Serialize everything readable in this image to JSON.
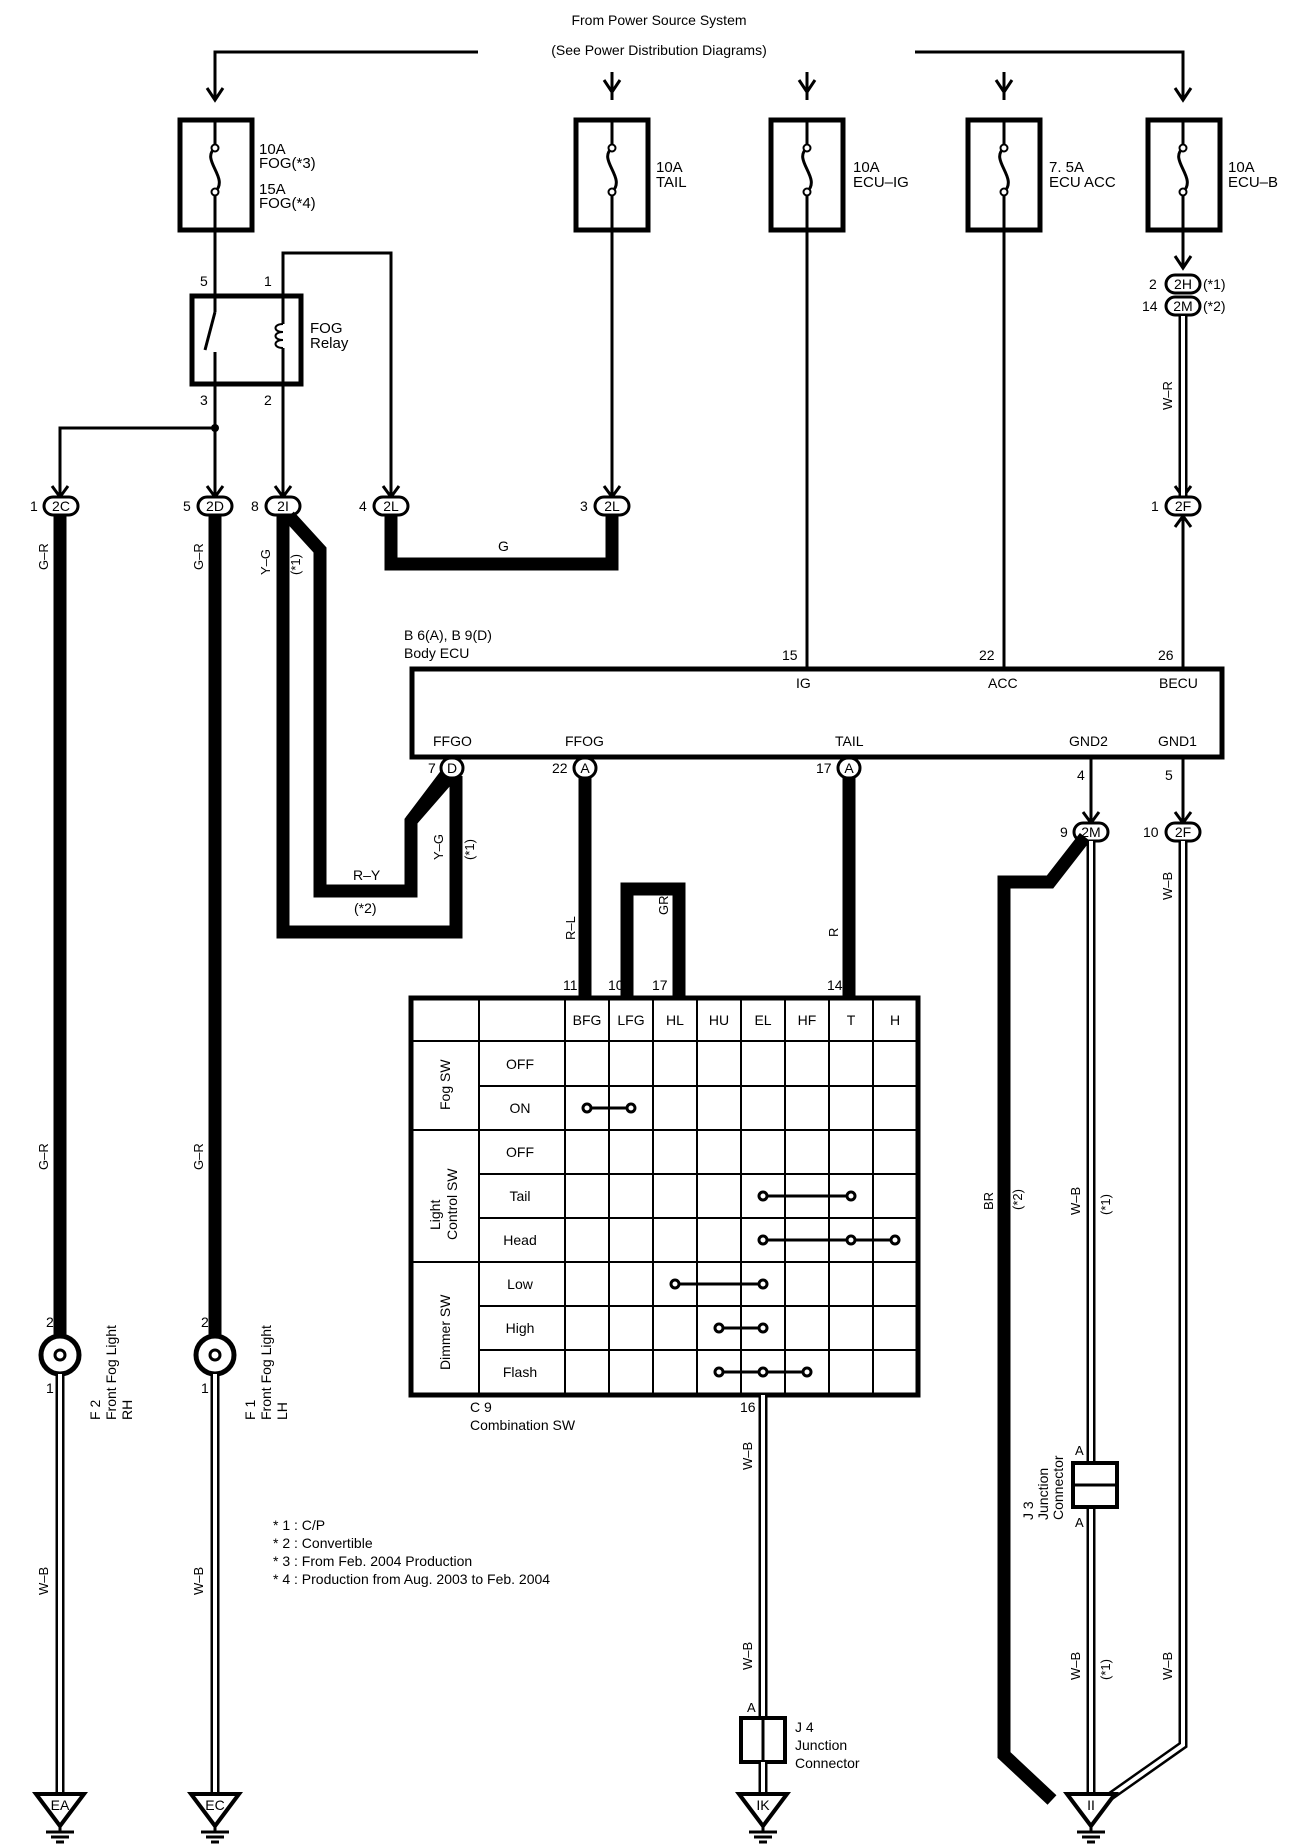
{
  "header": {
    "line1": "From Power Source System",
    "line2": "(See Power Distribution Diagrams)"
  },
  "fuses": [
    {
      "line1": "10A",
      "line2": "FOG(*3)",
      "line3": "15A",
      "line4": "FOG(*4)"
    },
    {
      "line1": "10A",
      "line2": "TAIL"
    },
    {
      "line1": "10A",
      "line2": "ECU–IG"
    },
    {
      "line1": "7. 5A",
      "line2": "ECU ACC"
    },
    {
      "line1": "10A",
      "line2": "ECU–B"
    }
  ],
  "relay": {
    "line1": "FOG",
    "line2": "Relay",
    "pin5": "5",
    "pin1": "1",
    "pin3": "3",
    "pin2": "2"
  },
  "connectors_top": [
    {
      "pin": "1",
      "id": "2C"
    },
    {
      "pin": "5",
      "id": "2D"
    },
    {
      "pin": "8",
      "id": "2I"
    },
    {
      "pin": "4",
      "id": "2L"
    },
    {
      "pin": "3",
      "id": "2L"
    },
    {
      "pin": "1",
      "id": "2F"
    }
  ],
  "ecu_b_connectors": [
    {
      "pin": "2",
      "id": "2H",
      "note": "(*1)"
    },
    {
      "pin": "14",
      "id": "2M",
      "note": "(*2)"
    }
  ],
  "wires": {
    "g_r": "G–R",
    "y_g": "Y–G",
    "note1": "(*1)",
    "note2": "(*2)",
    "g": "G",
    "w_r": "W–R",
    "r_y": "R–Y",
    "r_l": "R–L",
    "gr": "GR",
    "r": "R",
    "w_b": "W–B",
    "br": "BR"
  },
  "body_ecu": {
    "title1": "B 6(A), B 9(D)",
    "title2": "Body ECU",
    "pins_top": [
      {
        "num": "15",
        "label": "IG"
      },
      {
        "num": "22",
        "label": "ACC"
      },
      {
        "num": "26",
        "label": "BECU"
      }
    ],
    "pins_bottom": [
      {
        "num": "7",
        "label": "FFGO",
        "conn": "D"
      },
      {
        "num": "22",
        "label": "FFOG",
        "conn": "A"
      },
      {
        "num": "17",
        "label": "TAIL",
        "conn": "A"
      },
      {
        "num": "4",
        "label": "GND2"
      },
      {
        "num": "5",
        "label": "GND1"
      }
    ]
  },
  "gnd_connectors": [
    {
      "pin": "9",
      "id": "2M"
    },
    {
      "pin": "10",
      "id": "2F"
    }
  ],
  "switch_table": {
    "pin_numbers": [
      "11",
      "10",
      "17",
      "14"
    ],
    "columns": [
      "BFG",
      "LFG",
      "HL",
      "HU",
      "EL",
      "HF",
      "T",
      "H"
    ],
    "groups": [
      {
        "name": "Fog SW",
        "rows": [
          "OFF",
          "ON"
        ]
      },
      {
        "name": "Light Control SW",
        "rows": [
          "OFF",
          "Tail",
          "Head"
        ]
      },
      {
        "name": "Dimmer SW",
        "rows": [
          "Low",
          "High",
          "Flash"
        ]
      }
    ],
    "group_label_light_1": "Light",
    "group_label_light_2": "Control SW",
    "title1": "C 9",
    "title2": "Combination SW",
    "bottom_pin": "16"
  },
  "fog_lights": [
    {
      "pin_top": "2",
      "pin_bottom": "1",
      "code": "F 2",
      "line1": "Front Fog Light",
      "line2": "RH"
    },
    {
      "pin_top": "2",
      "pin_bottom": "1",
      "code": "F 1",
      "line1": "Front Fog Light",
      "line2": "LH"
    }
  ],
  "notes": [
    "* 1 : C/P",
    "* 2 : Convertible",
    "* 3 : From Feb.  2004 Production",
    "* 4 : Production from Aug.  2003 to Feb.  2004"
  ],
  "junctions": {
    "j4": {
      "code": "J 4",
      "line1": "Junction",
      "line2": "Connector",
      "pin": "A"
    },
    "j3": {
      "code": "J 3",
      "line1": "Junction",
      "line2": "Connector",
      "pin": "A"
    }
  },
  "grounds": [
    "EA",
    "EC",
    "IK",
    "II"
  ]
}
